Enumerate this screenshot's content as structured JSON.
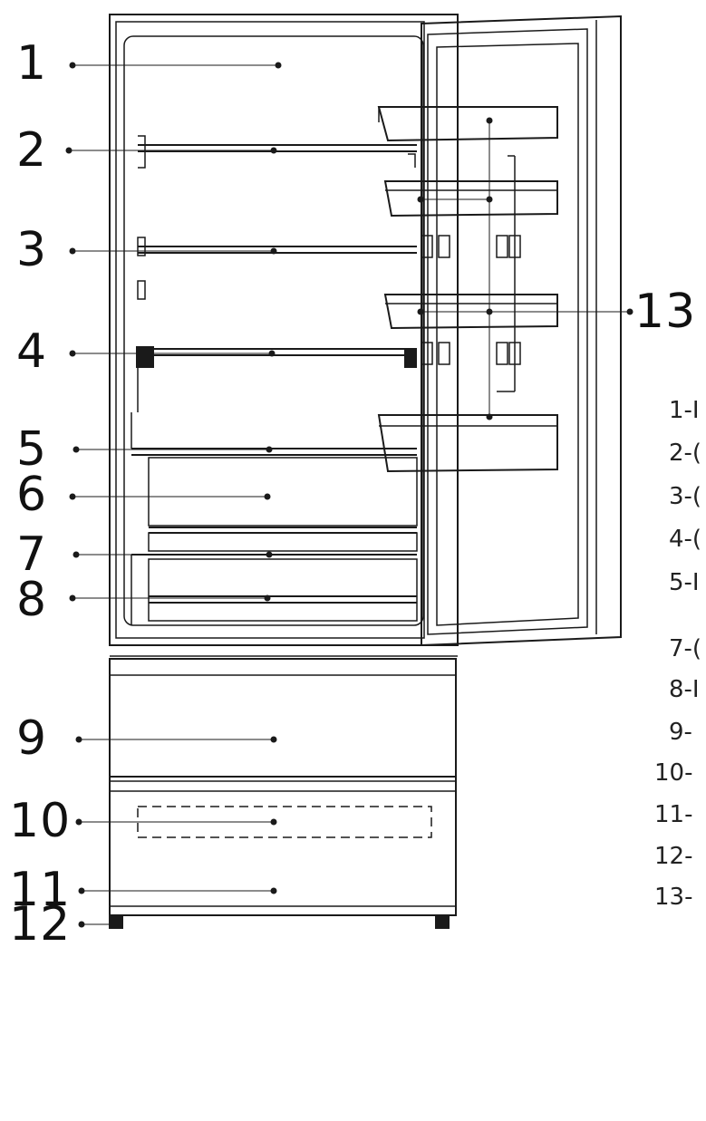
{
  "callouts": [
    "1",
    "2",
    "3",
    "4",
    "5",
    "6",
    "7",
    "8",
    "9",
    "10",
    "11",
    "12",
    "13"
  ],
  "legend": [
    {
      "num": "1",
      "text": "1-I"
    },
    {
      "num": "2",
      "text": "2-("
    },
    {
      "num": "3",
      "text": "3-("
    },
    {
      "num": "4",
      "text": "4-("
    },
    {
      "num": "5",
      "text": "5-I"
    },
    {
      "num": "7",
      "text": "7-("
    },
    {
      "num": "8",
      "text": "8-I"
    },
    {
      "num": "9",
      "text": "9-"
    },
    {
      "num": "10",
      "text": "10-"
    },
    {
      "num": "11",
      "text": "11-"
    },
    {
      "num": "12",
      "text": "12-"
    },
    {
      "num": "13",
      "text": "13-"
    }
  ]
}
